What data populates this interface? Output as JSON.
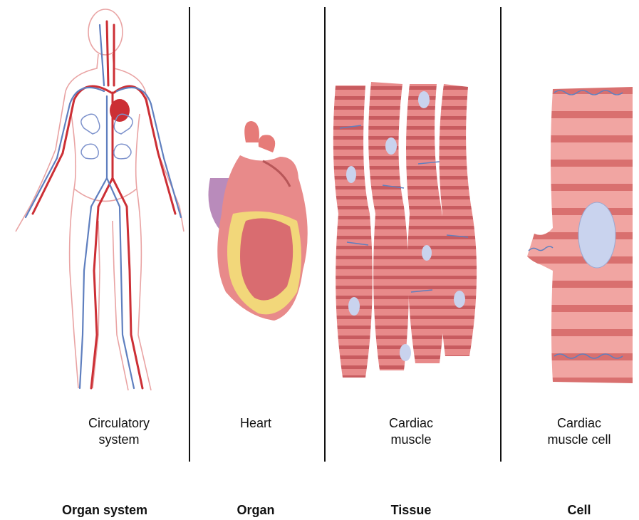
{
  "panels": [
    {
      "caption": "Circulatory\nsystem",
      "level": "Organ system",
      "illustration": "circulatory-system-figure"
    },
    {
      "caption": "Heart",
      "level": "Organ",
      "illustration": "heart-organ"
    },
    {
      "caption": "Cardiac\nmuscle",
      "level": "Tissue",
      "illustration": "cardiac-muscle-tissue"
    },
    {
      "caption": "Cardiac\nmuscle cell",
      "level": "Cell",
      "illustration": "cardiac-muscle-cell"
    }
  ],
  "colors": {
    "artery": "#cc2f35",
    "vein": "#5f7fbf",
    "muscle": "#e88a8a",
    "muscle_band": "#c85b5f",
    "fat": "#f2d77a",
    "nucleus": "#c9d3ee",
    "divider": "#111111"
  }
}
